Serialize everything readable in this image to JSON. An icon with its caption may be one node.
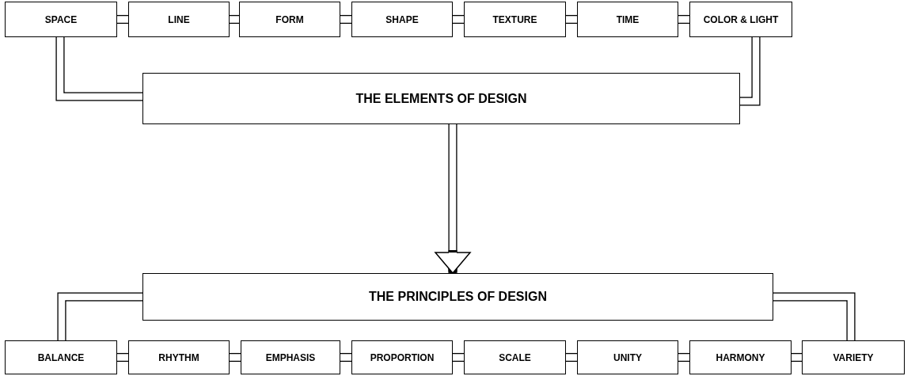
{
  "diagram": {
    "nodes": [
      {
        "text": [
          "SPACE"
        ]
      },
      {
        "text": [
          "LINE"
        ]
      },
      {
        "text": [
          "FORM"
        ]
      },
      {
        "text": [
          "SHAPE"
        ]
      },
      {
        "text": [
          "TEXTURE"
        ]
      },
      {
        "text": [
          "TIME"
        ]
      },
      {
        "text": [
          "COLOR & LIGHT"
        ]
      },
      {
        "text": [
          "THE ELEMENTS OF DESIGN"
        ]
      },
      {
        "text": [
          "THE PRINCIPLES OF DESIGN"
        ]
      },
      {
        "text": [
          "BALANCE"
        ]
      },
      {
        "text": [
          "RHYTHM"
        ]
      },
      {
        "text": [
          "EMPHASIS"
        ]
      },
      {
        "text": [
          "PROPORTION"
        ]
      },
      {
        "text": [
          "SCALE"
        ]
      },
      {
        "text": [
          "UNITY"
        ]
      },
      {
        "text": [
          "HARMONY"
        ]
      },
      {
        "text": [
          "VARIETY"
        ]
      }
    ],
    "edges": [
      {
        "from": 0,
        "to": 1,
        "arrow": "none"
      },
      {
        "from": 1,
        "to": 2,
        "arrow": "none"
      },
      {
        "from": 2,
        "to": 3,
        "arrow": "none"
      },
      {
        "from": 3,
        "to": 4,
        "arrow": "none"
      },
      {
        "from": 4,
        "to": 5,
        "arrow": "none"
      },
      {
        "from": 5,
        "to": 6,
        "arrow": "none"
      },
      {
        "from": 0,
        "to": 7,
        "arrow": "none"
      },
      {
        "from": 6,
        "to": 7,
        "arrow": "none"
      },
      {
        "from": 7,
        "to": 8,
        "arrow": "to"
      },
      {
        "from": 8,
        "to": 9,
        "arrow": "none"
      },
      {
        "from": 8,
        "to": 16,
        "arrow": "none"
      },
      {
        "from": 9,
        "to": 10,
        "arrow": "none"
      },
      {
        "from": 10,
        "to": 11,
        "arrow": "none"
      },
      {
        "from": 11,
        "to": 12,
        "arrow": "none"
      },
      {
        "from": 12,
        "to": 13,
        "arrow": "none"
      },
      {
        "from": 13,
        "to": 14,
        "arrow": "none"
      },
      {
        "from": 14,
        "to": 15,
        "arrow": "none"
      },
      {
        "from": 15,
        "to": 16,
        "arrow": "none"
      }
    ]
  }
}
